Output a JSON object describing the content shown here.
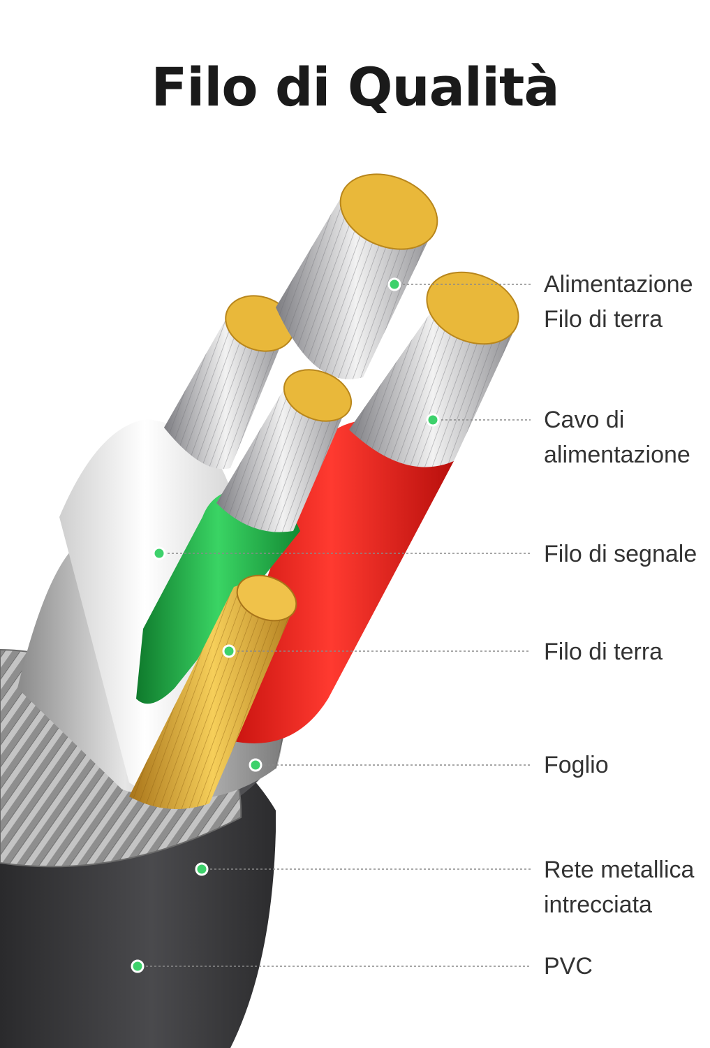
{
  "title": "Filo di Qualità",
  "colors": {
    "marker": "#3dd16b",
    "leader_line": "#8a8a8a",
    "insulation_white": "#ebebeb",
    "insulation_green": "#22b24a",
    "insulation_red": "#e8201c",
    "pvc_jacket": "#3c3c3e",
    "braid": "#9e9e9e",
    "foil": "#c9c9c9",
    "copper_tin": "#e8b93a"
  },
  "labels": [
    {
      "id": "alimentazione-filo-di-terra",
      "lines": [
        "Alimentazione",
        "Filo di terra"
      ]
    },
    {
      "id": "cavo-di-alimentazione",
      "lines": [
        "Cavo di",
        "alimentazione"
      ]
    },
    {
      "id": "filo-di-segnale",
      "lines": [
        "Filo di segnale"
      ]
    },
    {
      "id": "filo-di-terra",
      "lines": [
        "Filo di terra"
      ]
    },
    {
      "id": "foglio",
      "lines": [
        "Foglio"
      ]
    },
    {
      "id": "rete-metallica-intrecciata",
      "lines": [
        "Rete metallica",
        "intrecciata"
      ]
    },
    {
      "id": "pvc",
      "lines": [
        "PVC"
      ]
    }
  ]
}
